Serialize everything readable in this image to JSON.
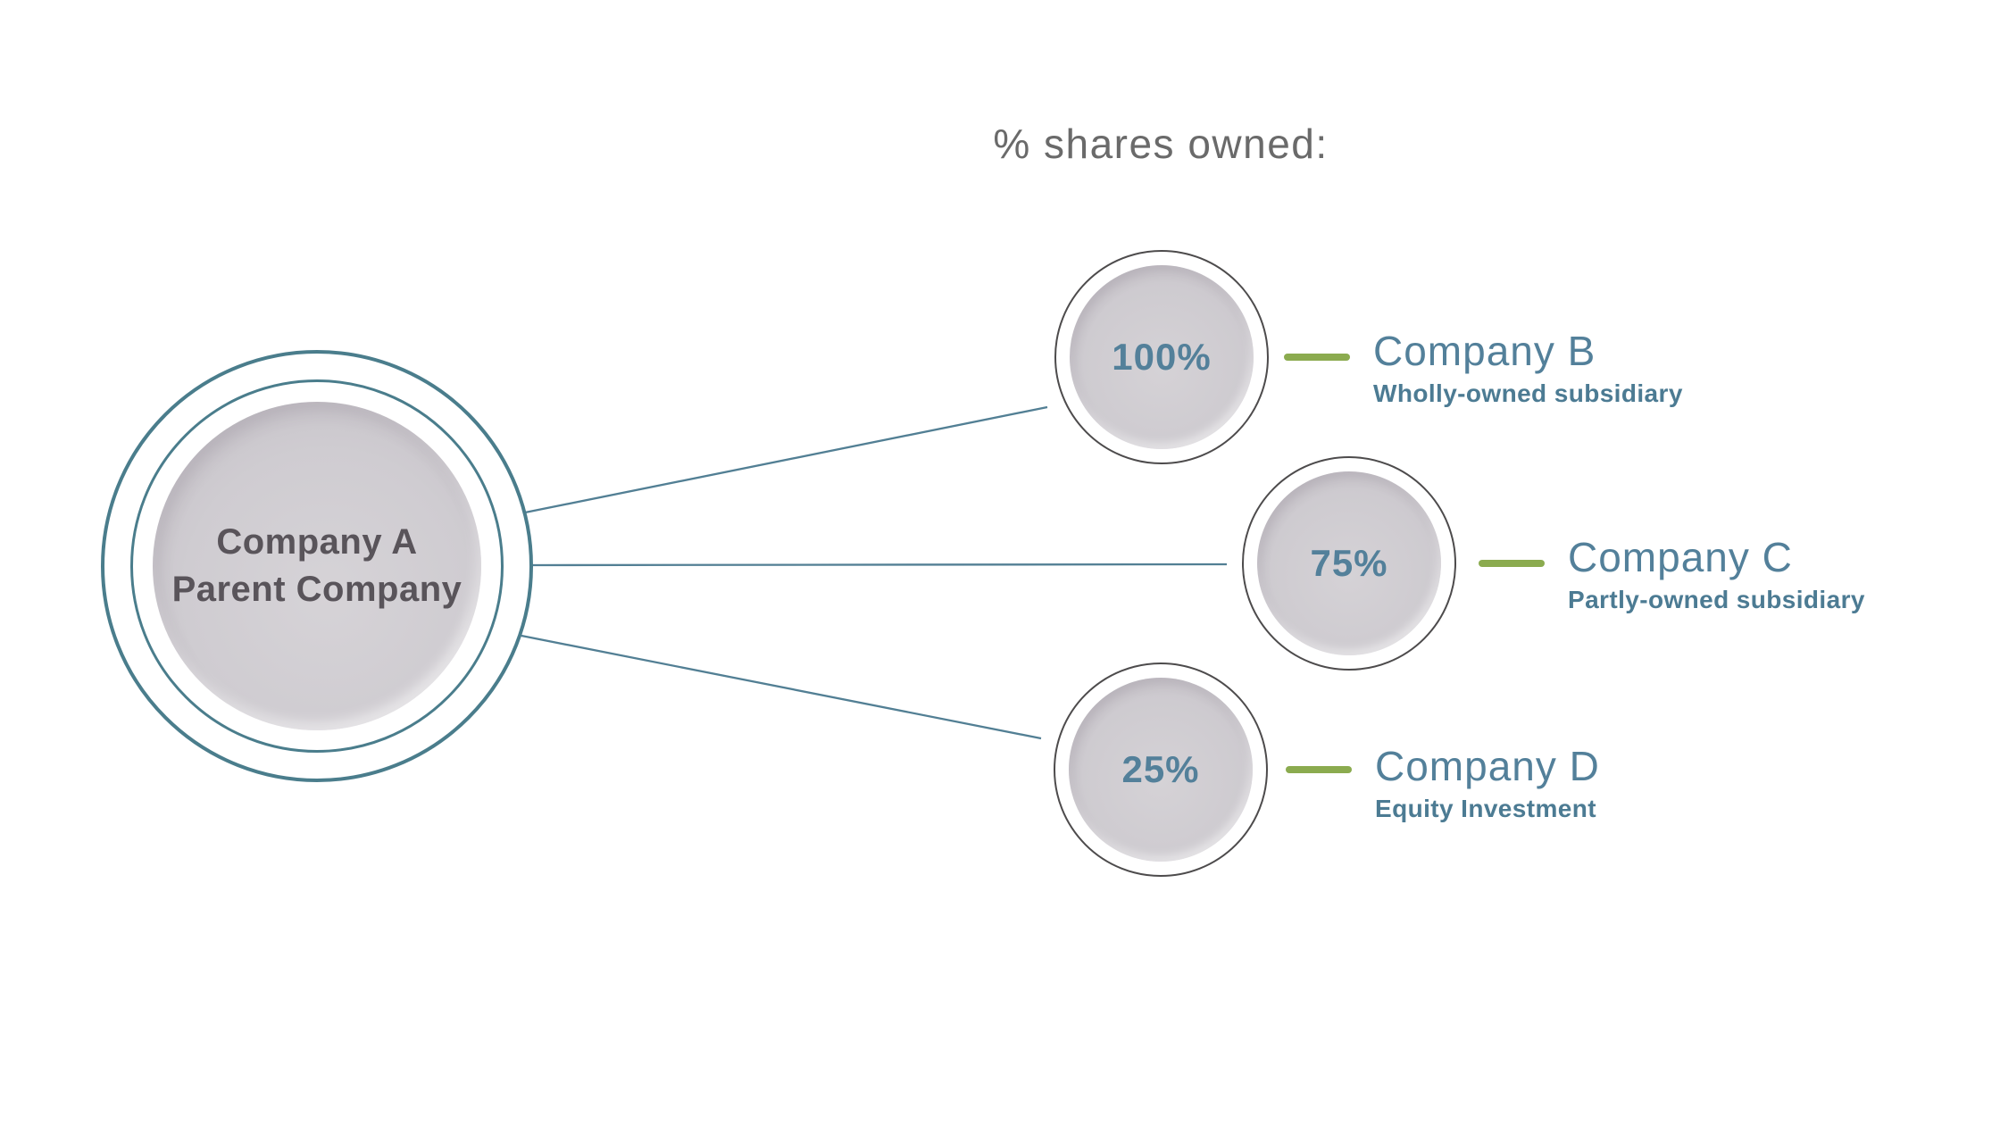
{
  "legend_title": "% shares owned:",
  "parent": {
    "line1": "Company A",
    "line2": "Parent Company"
  },
  "subsidiaries": [
    {
      "pct": "100%",
      "name": "Company B",
      "type": "Wholly-owned subsidiary"
    },
    {
      "pct": "75%",
      "name": "Company C",
      "type": "Partly-owned subsidiary"
    },
    {
      "pct": "25%",
      "name": "Company D",
      "type": "Equity Investment"
    }
  ],
  "colors": {
    "teal_ring": "#4a7d8c",
    "teal_text": "#53809a",
    "teal_text_bold": "#4c7b93",
    "connector": "#527f94",
    "green_dash": "#8bab4f",
    "node_outline": "#4d4b4c",
    "parent_text": "#59545a",
    "title_gray": "#6a6a6a"
  }
}
